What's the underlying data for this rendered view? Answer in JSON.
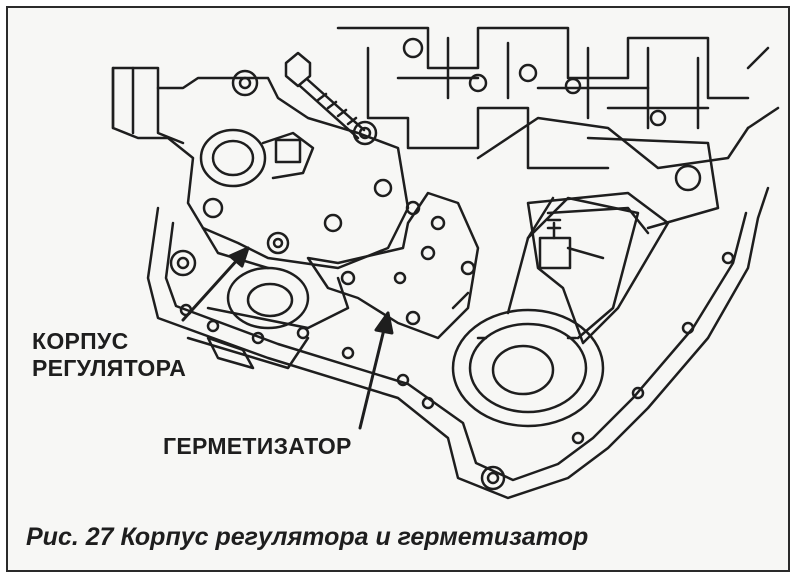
{
  "labels": {
    "regulator_housing_line1": "КОРПУС",
    "regulator_housing_line2": "РЕГУЛЯТОРА",
    "sealer": "ГЕРМЕТИЗАТОР"
  },
  "caption": "Рис. 27 Корпус регулятора и герметизатор",
  "colors": {
    "ink": "#1e1e1e",
    "paper": "#f7f7f5"
  }
}
